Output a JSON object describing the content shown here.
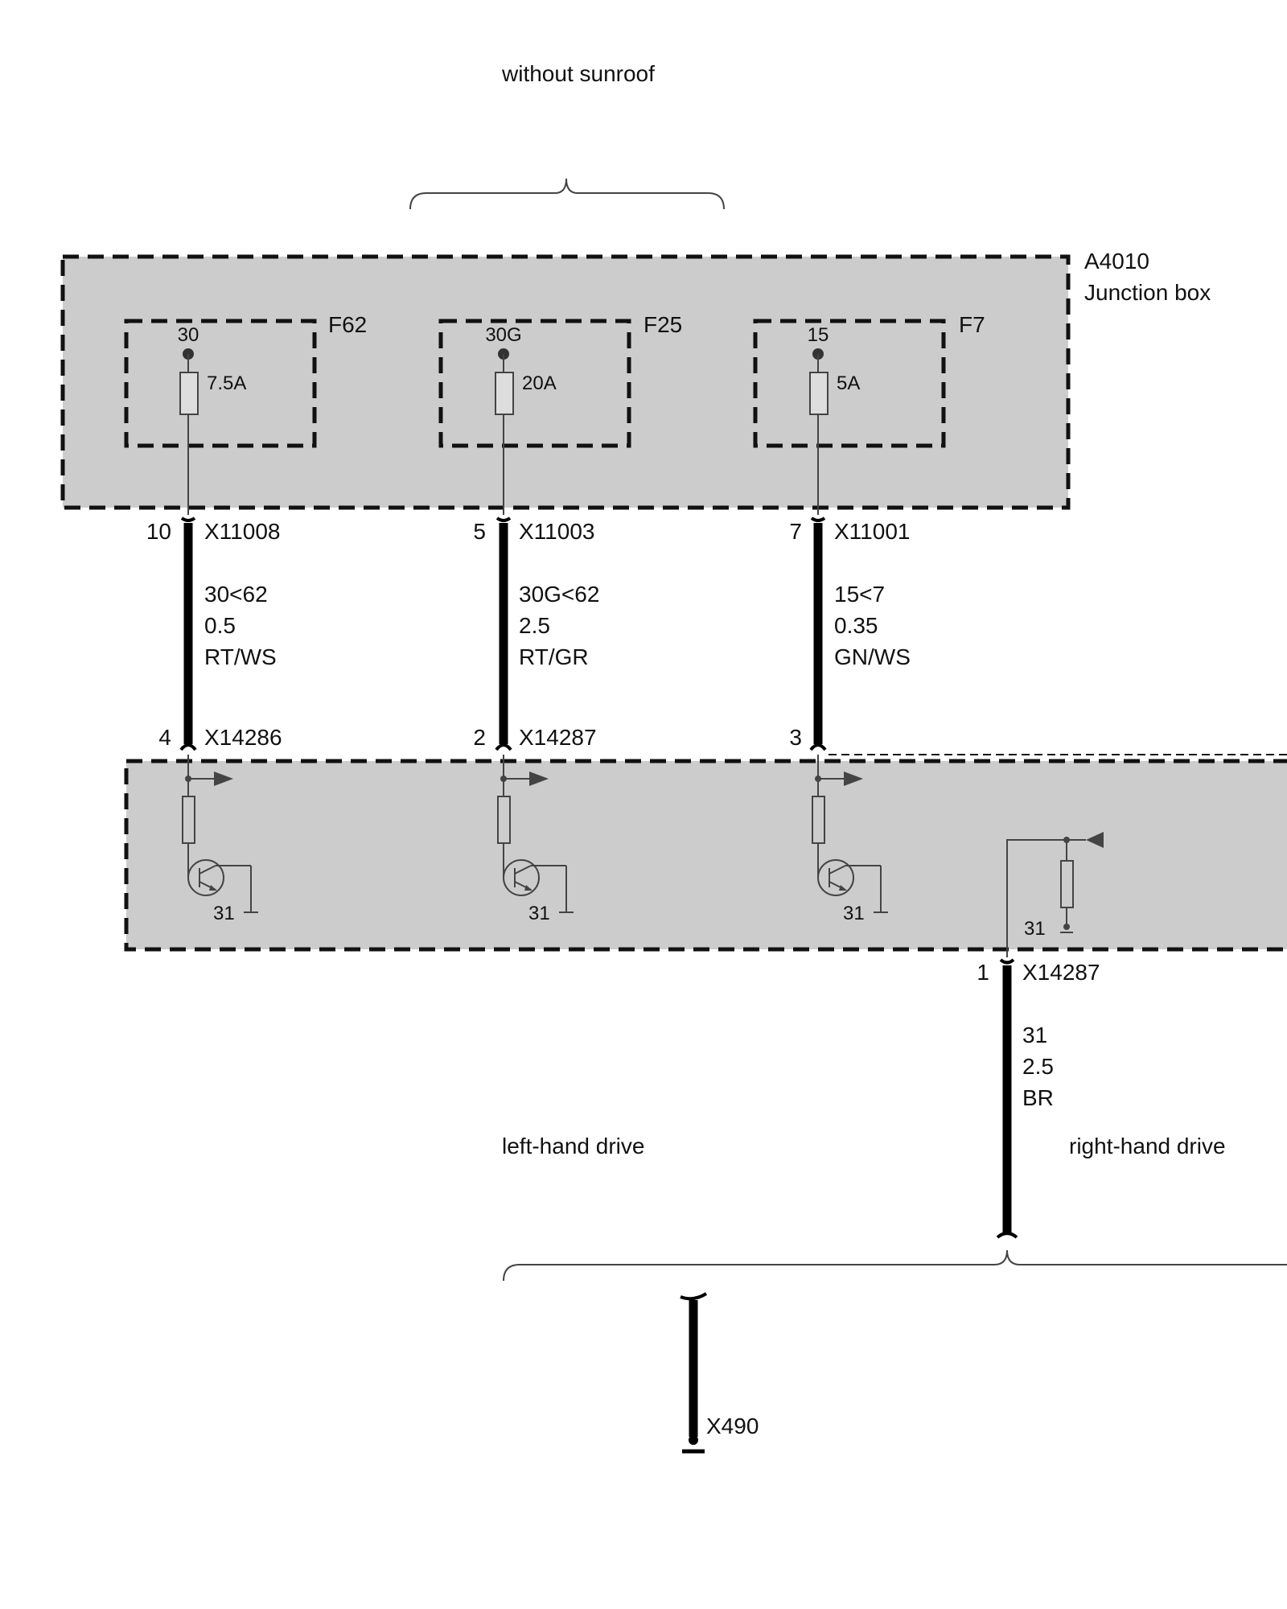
{
  "labels": {
    "without_sunroof": "without sunroof",
    "left_hand_drive": "left-hand drive",
    "right_hand_drive": "right-hand drive",
    "ground_connector": "X490"
  },
  "junction_box": {
    "id": "A4010",
    "name": "Junction box",
    "fuses": [
      {
        "name": "F62",
        "terminal": "30",
        "rating": "7.5A"
      },
      {
        "name": "F25",
        "terminal": "30G",
        "rating": "20A"
      },
      {
        "name": "F7",
        "terminal": "15",
        "rating": "5A"
      }
    ]
  },
  "wires": [
    {
      "top_pin": "10",
      "top_connector": "X11008",
      "signal": "30<62",
      "gauge": "0.5",
      "color": "RT/WS",
      "bottom_pin": "4",
      "bottom_connector": "X14286",
      "ground": "31"
    },
    {
      "top_pin": "5",
      "top_connector": "X11003",
      "signal": "30G<62",
      "gauge": "2.5",
      "color": "RT/GR",
      "bottom_pin": "2",
      "bottom_connector": "X14287",
      "ground": "31"
    },
    {
      "top_pin": "7",
      "top_connector": "X11001",
      "signal": "15<7",
      "gauge": "0.35",
      "color": "GN/WS",
      "bottom_pin": "3",
      "bottom_connector": "",
      "ground": "31"
    }
  ],
  "ground_wire": {
    "ground_label": "31",
    "pin": "1",
    "connector": "X14287",
    "signal": "31",
    "gauge": "2.5",
    "color": "BR"
  }
}
